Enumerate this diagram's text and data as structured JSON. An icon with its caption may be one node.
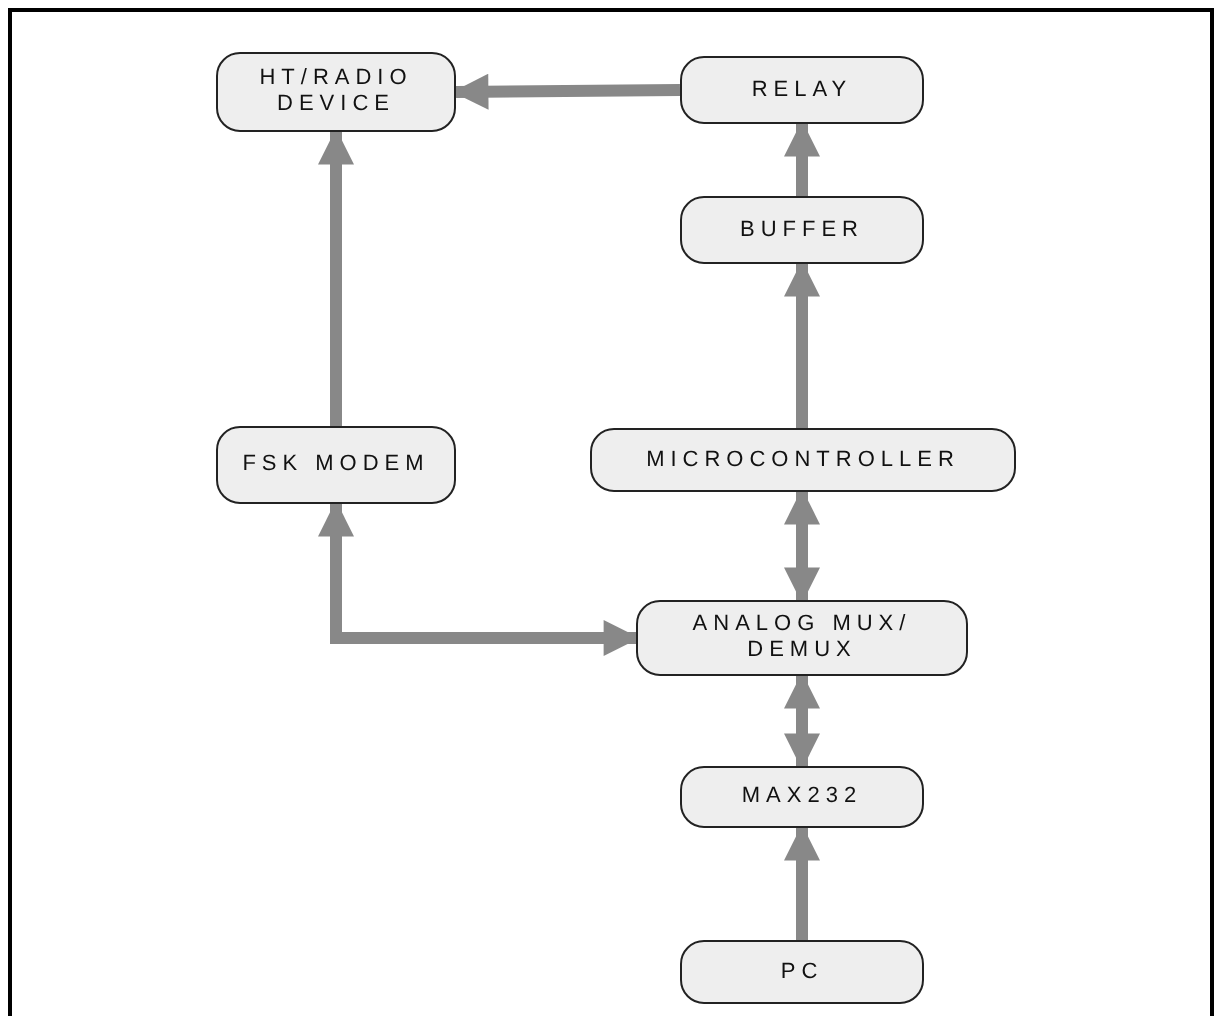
{
  "diagram": {
    "nodes": [
      {
        "text": [
          "HT/RADIO DEVICE"
        ]
      },
      {
        "text": [
          "RELAY"
        ]
      },
      {
        "text": [
          "BUFFER"
        ]
      },
      {
        "text": [
          "FSK MODEM"
        ]
      },
      {
        "text": [
          "MICROCONTROLLER"
        ]
      },
      {
        "text": [
          "ANALOG MUX/ DEMUX"
        ]
      },
      {
        "text": [
          "MAX232"
        ]
      },
      {
        "text": [
          "PC"
        ]
      }
    ],
    "edges": [
      {
        "from": 1,
        "to": 0,
        "arrow": "to"
      },
      {
        "from": 2,
        "to": 1,
        "arrow": "to"
      },
      {
        "from": 3,
        "to": 0,
        "arrow": "to"
      },
      {
        "from": 4,
        "to": 2,
        "arrow": "to"
      },
      {
        "from": 4,
        "to": 5,
        "arrow": "both"
      },
      {
        "from": 3,
        "to": 5,
        "arrow": "both"
      },
      {
        "from": 5,
        "to": 6,
        "arrow": "both"
      },
      {
        "from": 7,
        "to": 6,
        "arrow": "to"
      }
    ]
  }
}
